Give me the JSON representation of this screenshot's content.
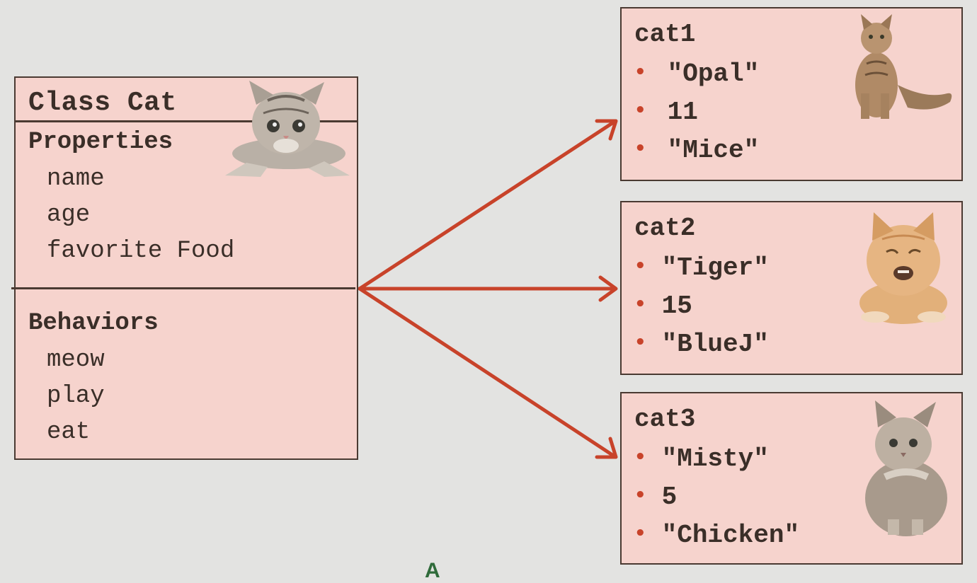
{
  "class_box": {
    "title": "Class Cat",
    "properties_heading": "Properties",
    "properties": [
      "name",
      "age",
      "favorite Food"
    ],
    "behaviors_heading": "Behaviors",
    "behaviors": [
      "meow",
      "play",
      "eat"
    ]
  },
  "instances": [
    {
      "name": "cat1",
      "values": [
        "\"Opal\"",
        "11",
        "\"Mice\""
      ]
    },
    {
      "name": "cat2",
      "values": [
        "\"Tiger\"",
        "15",
        "\"BlueJ\""
      ]
    },
    {
      "name": "cat3",
      "values": [
        "\"Misty\"",
        "5",
        "\"Chicken\""
      ]
    }
  ],
  "bullet_glyph": "•",
  "footer_partial_text": "A",
  "colors": {
    "background": "#e3e3e1",
    "box_fill": "#f6d3cd",
    "box_border": "#4a3a32",
    "arrow": "#c8432a",
    "bullet": "#c8432a",
    "footer_text": "#2f6b3a"
  },
  "icons": {
    "class_cat_picture": "kitten-crouching-icon",
    "cat1_picture": "tabby-cat-sitting-icon",
    "cat2_picture": "orange-cat-icon",
    "cat3_picture": "grey-fluffy-cat-icon"
  }
}
